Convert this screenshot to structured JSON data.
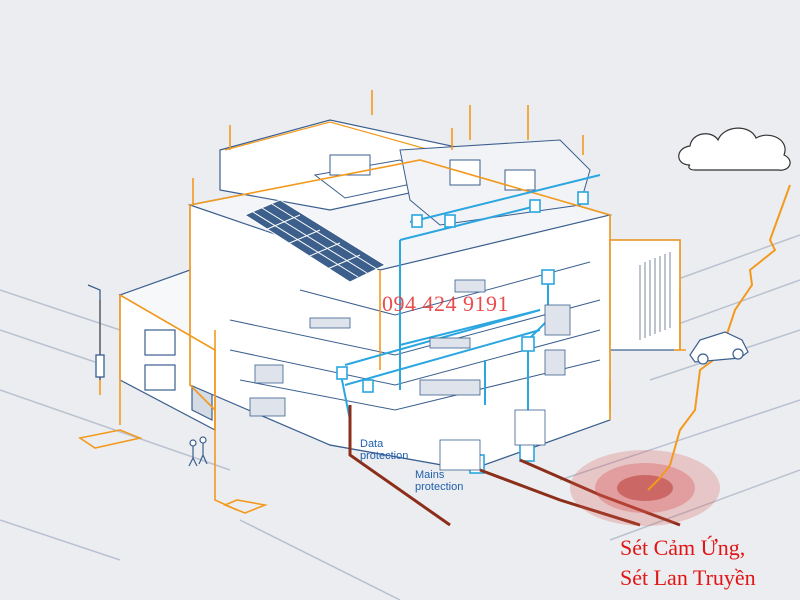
{
  "watermark": {
    "phone": "094 424 9191"
  },
  "labels": {
    "data_protection_line1": "Data",
    "data_protection_line2": "protection",
    "mains_protection_line1": "Mains",
    "mains_protection_line2": "protection"
  },
  "caption": {
    "line1": "Sét Cảm Ứng,",
    "line2": "Sét Lan Truyền"
  },
  "colors": {
    "background": "#ecedf0",
    "building_line": "#3a5f8f",
    "lightning_orange": "#f39a1e",
    "protection_blue": "#2aa6e0",
    "cable_brown": "#8b2f1a",
    "caption_red": "#e01515",
    "impact_red": "#d9534f"
  },
  "icons": [
    "cloud-icon",
    "lightning-bolt-icon",
    "solar-panel-icon",
    "street-lamp-icon",
    "car-icon",
    "pedestrian-icon"
  ]
}
